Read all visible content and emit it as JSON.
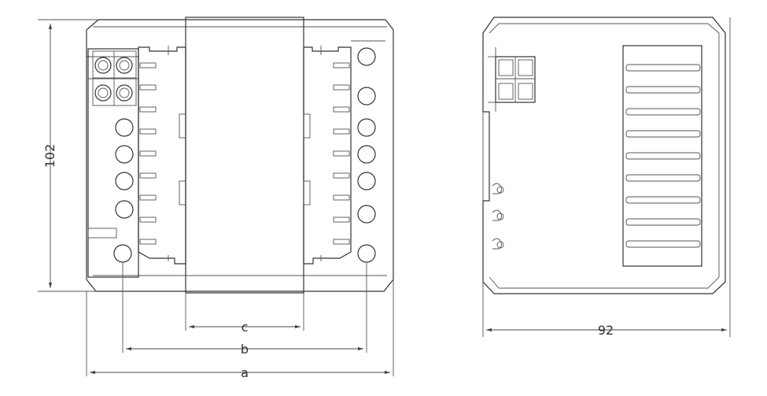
{
  "dimensions": {
    "height_label": "102",
    "width_a_label": "a",
    "width_b_label": "b",
    "width_c_label": "c",
    "depth_label": "92"
  }
}
